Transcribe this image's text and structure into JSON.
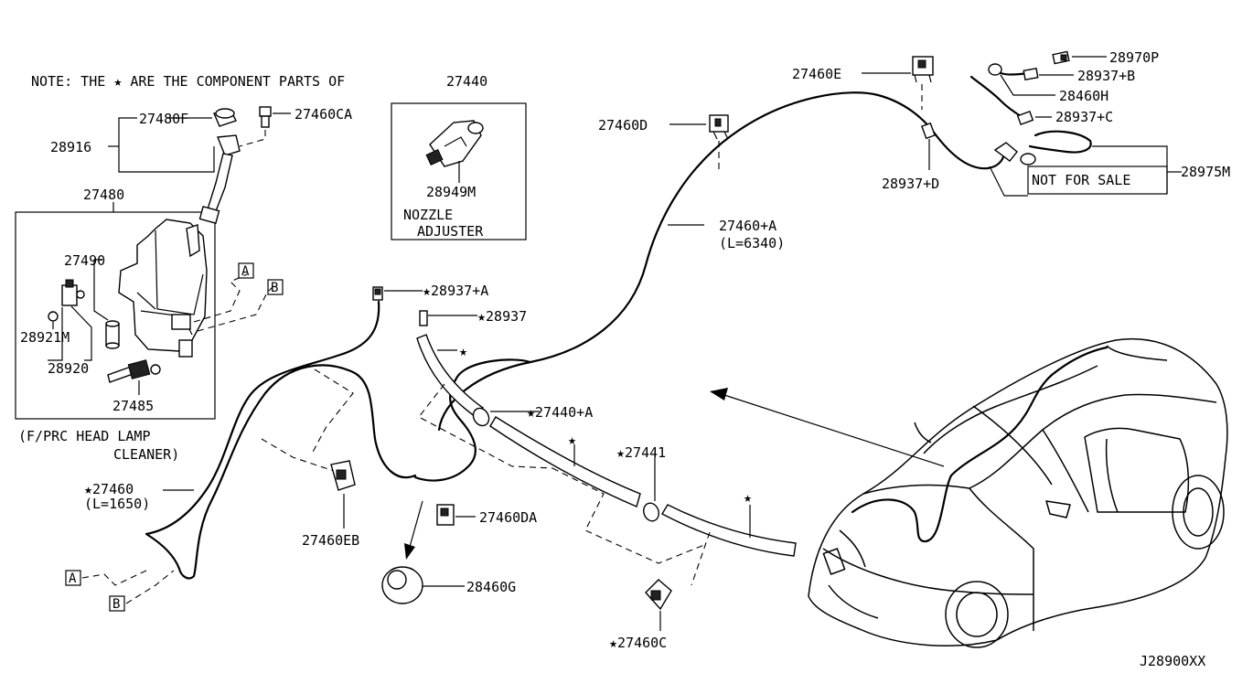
{
  "note": {
    "prefix": "NOTE: THE ",
    "star": "★",
    "suffix": " ARE THE COMPONENT PARTS OF",
    "ref": "27440"
  },
  "labels": {
    "p27480F": "27480F",
    "p27460CA": "27460CA",
    "p28916": "28916",
    "p27480": "27480",
    "p28949M": "28949M",
    "nozzle1": "NOZZLE",
    "nozzle2": "ADJUSTER",
    "p27460D": "27460D",
    "p27460E": "27460E",
    "p28970P": "28970P",
    "p28937B": "28937+B",
    "p28460H": "28460H",
    "p28937C": "28937+C",
    "p28937D": "28937+D",
    "not_for_sale": "NOT FOR SALE",
    "p28975M": "28975M",
    "p27460A": "27460+A",
    "p27460A_len": "(L=6340)",
    "p27490": "27490",
    "p28921M": "28921M",
    "p28920": "28920",
    "p27485": "27485",
    "headlamp1": "(F/PRC HEAD LAMP",
    "headlamp2": "CLEANER)",
    "p28937A": "★28937+A",
    "p28937": "★28937",
    "star_a": "★",
    "p27440A": "★27440+A",
    "star_b": "★",
    "p27441": "★27441",
    "star_c": "★",
    "p27460": "★27460",
    "p27460_len": "(L=1650)",
    "p27460EB": "27460EB",
    "p27460DA": "27460DA",
    "p28460G": "28460G",
    "p27460C": "★27460C",
    "connA1": "A",
    "connB1": "B",
    "connA2": "A",
    "connB2": "B",
    "diagram_code": "J28900XX"
  }
}
